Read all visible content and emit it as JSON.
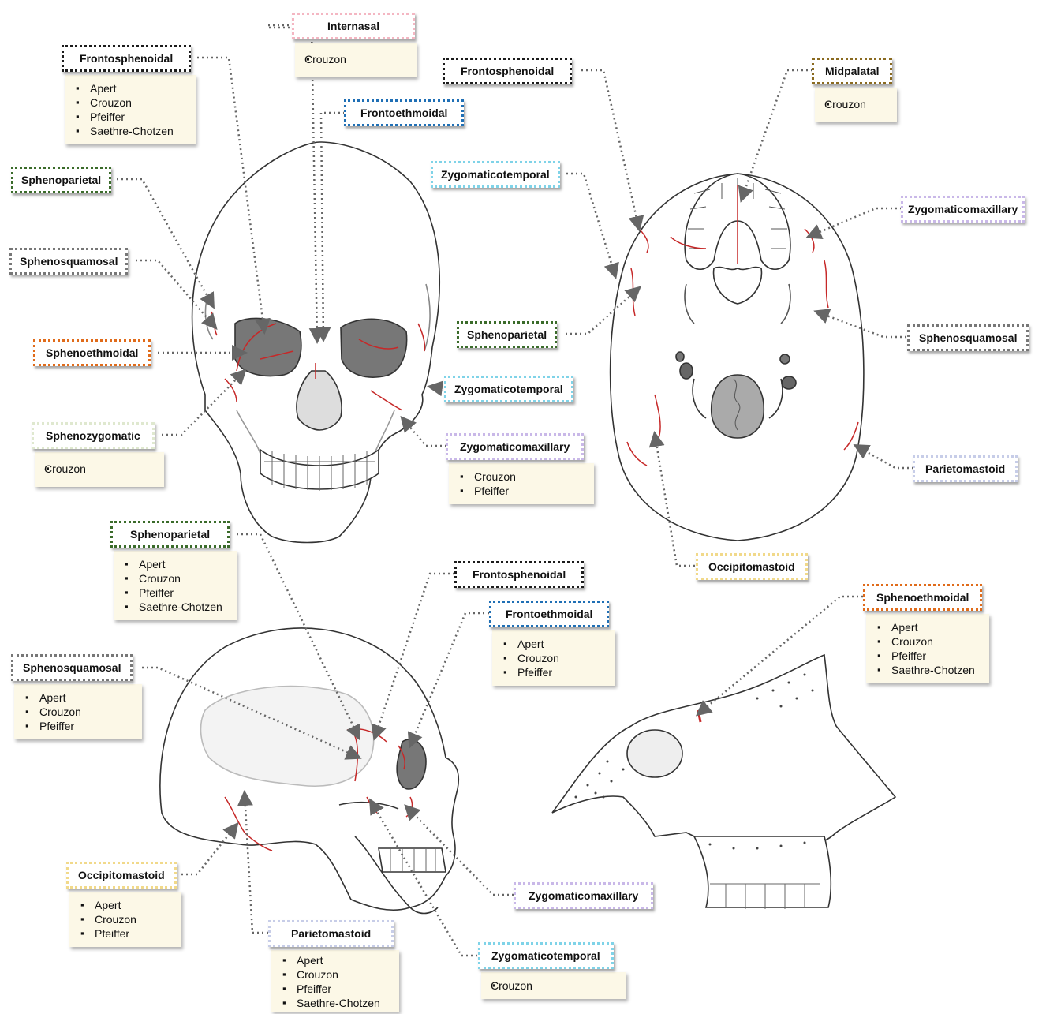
{
  "colors": {
    "black": "#1b1b1b",
    "pink": "#f4b6c2",
    "blue": "#1f6fb5",
    "brown": "#8a6a20",
    "green": "#3a6b2a",
    "gray": "#777777",
    "orange": "#e06b1a",
    "light_green": "#dfe8cf",
    "cyan": "#7fd3e8",
    "lavender": "#c9b8e8",
    "light_blue": "#c7cde8",
    "yellow": "#f1d98a",
    "suture_red": "#c62828",
    "leader_gray": "#666666"
  },
  "labels": {
    "internasal": {
      "title": "Internasal",
      "items": [
        "Crouzon"
      ]
    },
    "frontosphenoidal_front": {
      "title": "Frontosphenoidal",
      "items": [
        "Apert",
        "Crouzon",
        "Pfeiffer",
        "Saethre-Chotzen"
      ]
    },
    "frontoethmoidal_front": {
      "title": "Frontoethmoidal"
    },
    "sphenoparietal_front": {
      "title": "Sphenoparietal"
    },
    "sphenosquamosal_front": {
      "title": "Sphenosquamosal"
    },
    "sphenoethmoidal_front": {
      "title": "Sphenoethmoidal"
    },
    "sphenozygomatic_front": {
      "title": "Sphenozygomatic",
      "items": [
        "Crouzon"
      ]
    },
    "zygomaticotemporal_front": {
      "title": "Zygomaticotemporal"
    },
    "zygomaticomaxillary_front": {
      "title": "Zygomaticomaxillary",
      "items": [
        "Crouzon",
        "Pfeiffer"
      ]
    },
    "frontosphenoidal_base": {
      "title": "Frontosphenoidal"
    },
    "midpalatal": {
      "title": "Midpalatal",
      "items": [
        "Crouzon"
      ]
    },
    "zygomaticotemporal_base": {
      "title": "Zygomaticotemporal"
    },
    "zygomaticomaxillary_base": {
      "title": "Zygomaticomaxillary"
    },
    "sphenoparietal_base": {
      "title": "Sphenoparietal"
    },
    "sphenosquamosal_base": {
      "title": "Sphenosquamosal"
    },
    "parietomastoid_base": {
      "title": "Parietomastoid"
    },
    "occipitomastoid_base": {
      "title": "Occipitomastoid"
    },
    "sphenoparietal_lat": {
      "title": "Sphenoparietal",
      "items": [
        "Apert",
        "Crouzon",
        "Pfeiffer",
        "Saethre-Chotzen"
      ]
    },
    "frontosphenoidal_lat": {
      "title": "Frontosphenoidal"
    },
    "frontoethmoidal_lat": {
      "title": "Frontoethmoidal",
      "items": [
        "Apert",
        "Crouzon",
        "Pfeiffer"
      ]
    },
    "sphenosquamosal_lat": {
      "title": "Sphenosquamosal",
      "items": [
        "Apert",
        "Crouzon",
        "Pfeiffer"
      ]
    },
    "sphenoethmoidal_sag": {
      "title": "Sphenoethmoidal",
      "items": [
        "Apert",
        "Crouzon",
        "Pfeiffer",
        "Saethre-Chotzen"
      ]
    },
    "occipitomastoid_lat": {
      "title": "Occipitomastoid",
      "items": [
        "Apert",
        "Crouzon",
        "Pfeiffer"
      ]
    },
    "parietomastoid_lat": {
      "title": "Parietomastoid",
      "items": [
        "Apert",
        "Crouzon",
        "Pfeiffer",
        "Saethre-Chotzen"
      ]
    },
    "zygomaticomaxillary_lat": {
      "title": "Zygomaticomaxillary"
    },
    "zygomaticotemporal_lat": {
      "title": "Zygomaticotemporal",
      "items": [
        "Crouzon"
      ]
    }
  }
}
